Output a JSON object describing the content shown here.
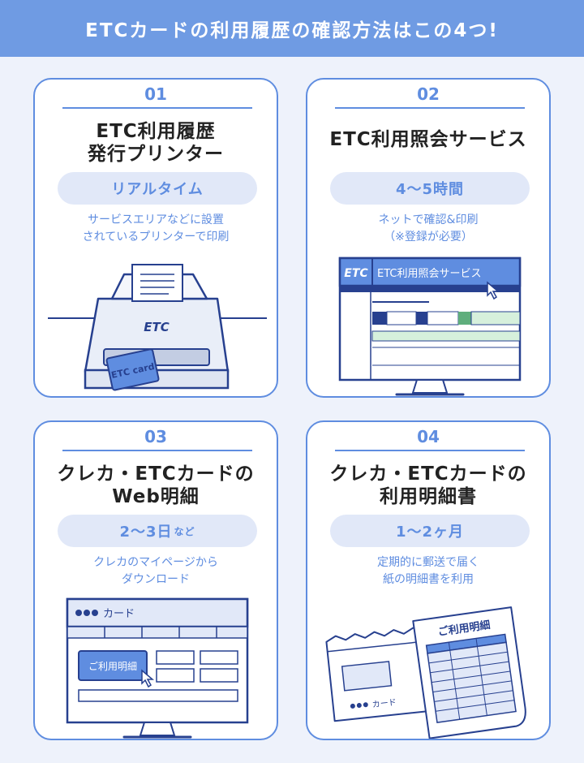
{
  "header": {
    "title": "ETCカードの利用履歴の確認方法はこの4つ!"
  },
  "cards": [
    {
      "number": "01",
      "title_lines": [
        "ETC利用履歴",
        "発行プリンター"
      ],
      "pill": "リアルタイム",
      "pill_suffix": "",
      "desc_lines": [
        "サービスエリアなどに設置",
        "されているプリンターで印刷"
      ],
      "illustration": {
        "printer_label": "ETC",
        "card_label": "ETC card"
      }
    },
    {
      "number": "02",
      "title_lines": [
        "ETC利用照会サービス"
      ],
      "pill": "4〜5時間",
      "pill_suffix": "",
      "desc_lines": [
        "ネットで確認&印刷",
        "（※登録が必要）"
      ],
      "illustration": {
        "logo": "ETC",
        "site_title": "ETC利用照会サービス"
      }
    },
    {
      "number": "03",
      "title_lines": [
        "クレカ・ETCカードの",
        "Web明細"
      ],
      "pill": "2〜3日",
      "pill_suffix": "など",
      "desc_lines": [
        "クレカのマイページから",
        "ダウンロード"
      ],
      "illustration": {
        "brand": "カード",
        "button": "ご利用明細"
      }
    },
    {
      "number": "04",
      "title_lines": [
        "クレカ・ETCカードの",
        "利用明細書"
      ],
      "pill": "1〜2ヶ月",
      "pill_suffix": "",
      "desc_lines": [
        "定期的に郵送で届く",
        "紙の明細書を利用"
      ],
      "illustration": {
        "envelope_label": "カード",
        "statement_title": "ご利用明細"
      }
    }
  ],
  "colors": {
    "accent": "#5f8de0",
    "banner": "#6f9be3",
    "pill": "#e1e8f8",
    "background": "#eef2fb",
    "dark_blue": "#27408f",
    "green": "#5fae7c"
  }
}
